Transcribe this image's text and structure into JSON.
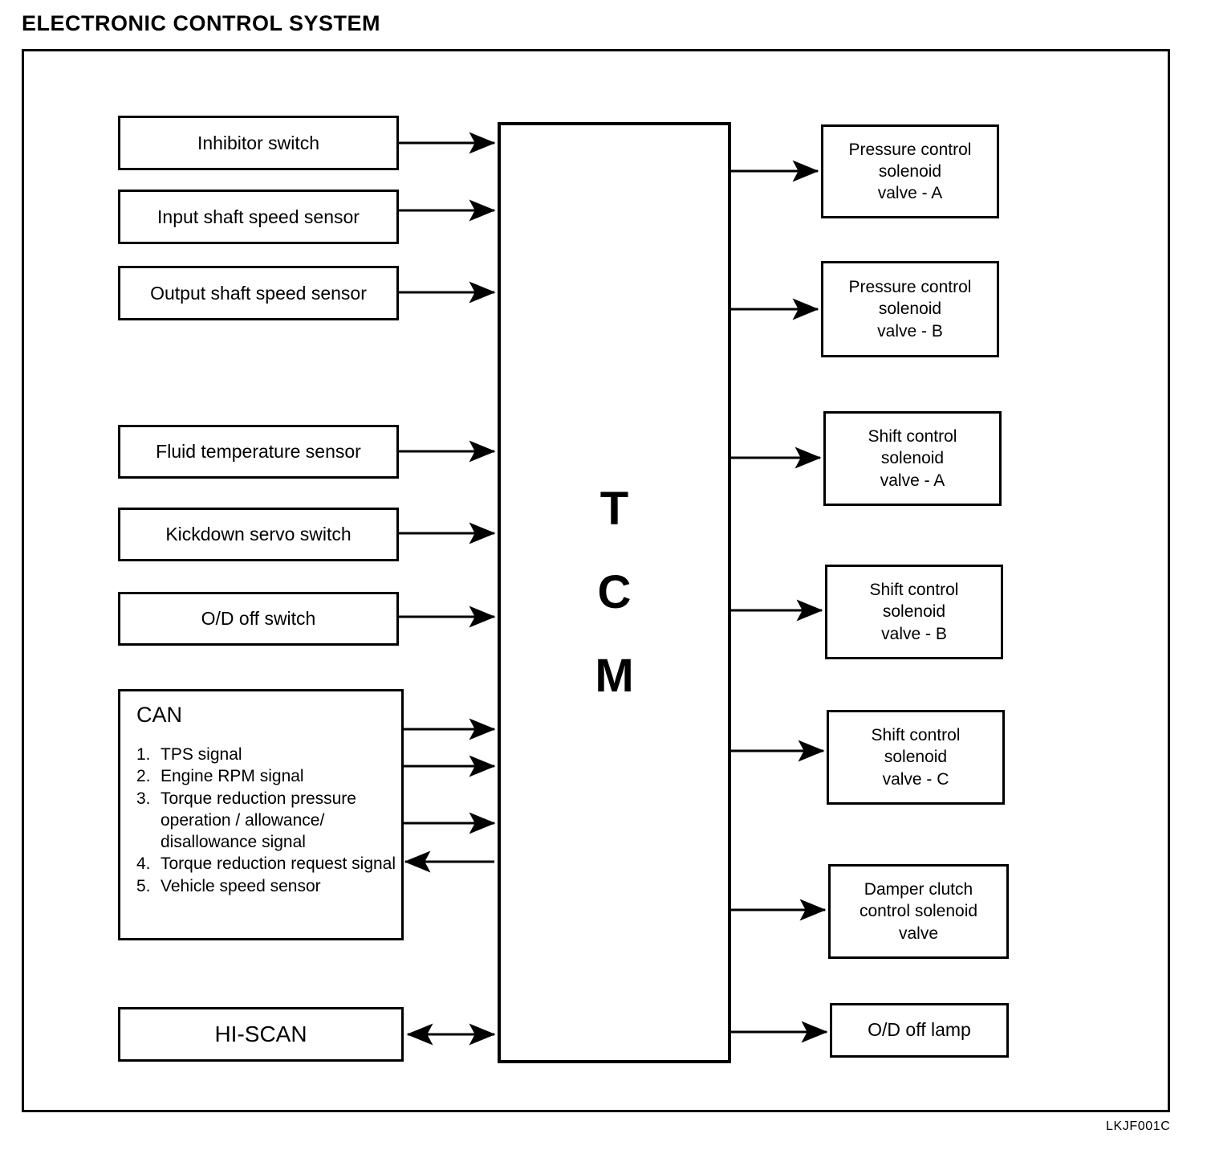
{
  "title": "ELECTRONIC CONTROL SYSTEM",
  "figure_code": "LKJF001C",
  "controller": {
    "name": "TCM",
    "letters": [
      "T",
      "C",
      "M"
    ]
  },
  "inputs": [
    {
      "label": "Inhibitor switch"
    },
    {
      "label": "Input shaft speed sensor"
    },
    {
      "label": "Output shaft speed sensor"
    },
    {
      "label": "Fluid temperature sensor"
    },
    {
      "label": "Kickdown servo switch"
    },
    {
      "label": "O/D off switch"
    }
  ],
  "can": {
    "title": "CAN",
    "signals": [
      {
        "num": "1.",
        "text": "TPS signal"
      },
      {
        "num": "2.",
        "text": "Engine RPM signal"
      },
      {
        "num": "3.",
        "text": "Torque reduction pressure operation / allowance/ disallowance signal"
      },
      {
        "num": "4.",
        "text": "Torque reduction request signal"
      },
      {
        "num": "5.",
        "text": "Vehicle speed sensor"
      }
    ]
  },
  "scan_tool": {
    "label": "HI-SCAN"
  },
  "outputs": [
    {
      "line1": "Pressure control",
      "line2": "solenoid",
      "line3": "valve - A"
    },
    {
      "line1": "Pressure control",
      "line2": "solenoid",
      "line3": "valve - B"
    },
    {
      "line1": "Shift control",
      "line2": "solenoid",
      "line3": "valve - A"
    },
    {
      "line1": "Shift control",
      "line2": "solenoid",
      "line3": "valve - B"
    },
    {
      "line1": "Shift control",
      "line2": "solenoid",
      "line3": "valve - C"
    },
    {
      "line1": "Damper clutch",
      "line2": "control solenoid",
      "line3": "valve"
    },
    {
      "line1": "O/D off lamp",
      "line2": "",
      "line3": ""
    }
  ],
  "colors": {
    "line": "#000000",
    "background": "#ffffff"
  }
}
